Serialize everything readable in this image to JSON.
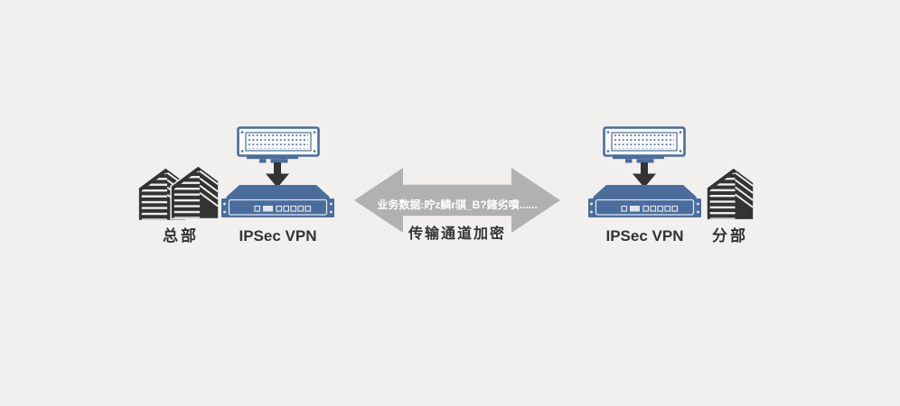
{
  "diagram": {
    "left": {
      "building_label": "总部",
      "device_label": "IPSec VPN"
    },
    "right": {
      "building_label": "分部",
      "device_label": "IPSec VPN"
    },
    "channel": {
      "payload_text": "业务数据:咛z鳞r骐_B?鍺劣噴......",
      "label": "传输通道加密"
    }
  },
  "icons": {
    "hq_buildings_icon": "two-angular-office-towers",
    "branch_building_icon": "angular-office-tower",
    "encryption_card_icon": "dotted-expansion-card",
    "vpn_appliance_icon": "1u-rack-appliance",
    "down_arrow_icon": "▼",
    "channel_arrow_icon": "double-headed-horizontal-arrow"
  },
  "colors": {
    "background": "#f1f0ef",
    "ink": "#333333",
    "device_blue": "#4a6d9c",
    "device_panel": "#dfe5ee",
    "arrow_gray": "#b1b1b1",
    "arrow_text": "#ffffff"
  }
}
